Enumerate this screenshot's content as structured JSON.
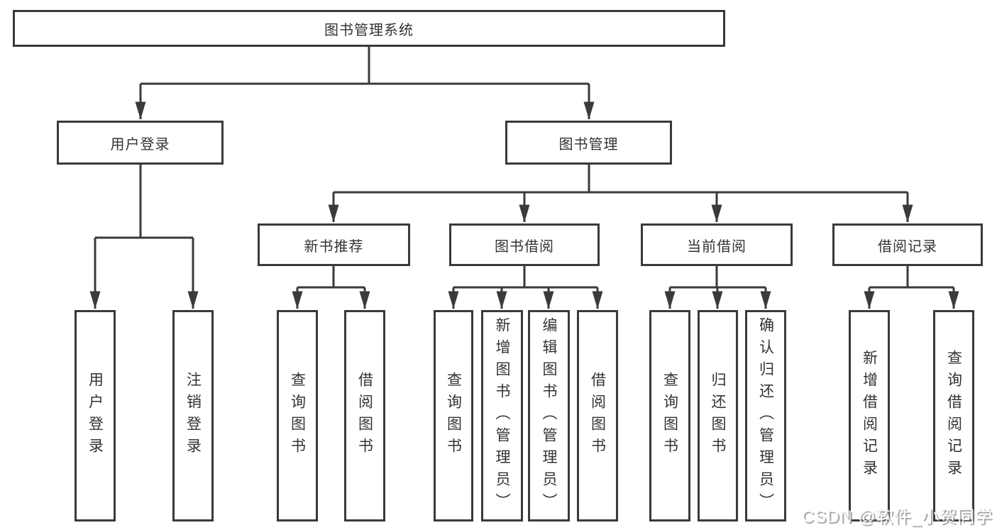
{
  "tree": {
    "root": {
      "label": "图书管理系统"
    },
    "level2": [
      {
        "label": "用户登录",
        "leaves": [
          "用户登录",
          "注销登录"
        ]
      },
      {
        "label": "图书管理",
        "groups": [
          {
            "label": "新书推荐",
            "leaves": [
              "查询图书",
              "借阅图书"
            ]
          },
          {
            "label": "图书借阅",
            "leaves": [
              "查询图书",
              "新增图书（管理员）",
              "编辑图书（管理员）",
              "借阅图书"
            ]
          },
          {
            "label": "当前借阅",
            "leaves": [
              "查询图书",
              "归还图书",
              "确认归还（管理员）"
            ]
          },
          {
            "label": "借阅记录",
            "leaves": [
              "新增借阅记录",
              "查询借阅记录"
            ]
          }
        ]
      }
    ]
  },
  "watermark": {
    "text": "CSDN @软件_小贺同学"
  },
  "colors": {
    "line": "#3a3a3a",
    "text": "#333333",
    "background": "#ffffff",
    "watermark_shadow": "#888888"
  }
}
